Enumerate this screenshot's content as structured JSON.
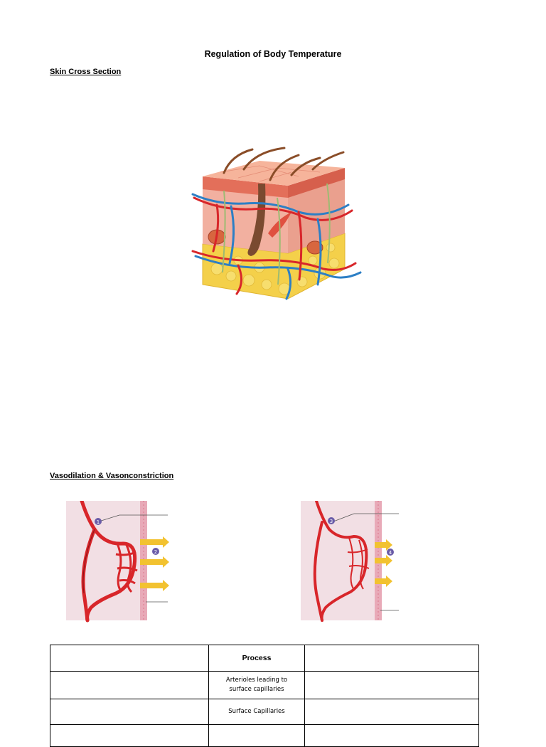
{
  "document": {
    "title": "Regulation of Body Temperature"
  },
  "sections": {
    "skin": {
      "heading": "Skin Cross Section"
    },
    "vaso": {
      "heading": "Vasodilation & Vasonconstriction"
    }
  },
  "figures": {
    "vaso_left": {
      "markers": [
        "1",
        "2"
      ]
    },
    "vaso_right": {
      "markers": [
        "3",
        "4"
      ]
    }
  },
  "table": {
    "columns": [
      "",
      "Process",
      ""
    ],
    "rows": [
      [
        "",
        "Arterioles leading to surface capillaries",
        ""
      ],
      [
        "",
        "Surface Capillaries",
        ""
      ],
      [
        "",
        "",
        ""
      ]
    ]
  }
}
